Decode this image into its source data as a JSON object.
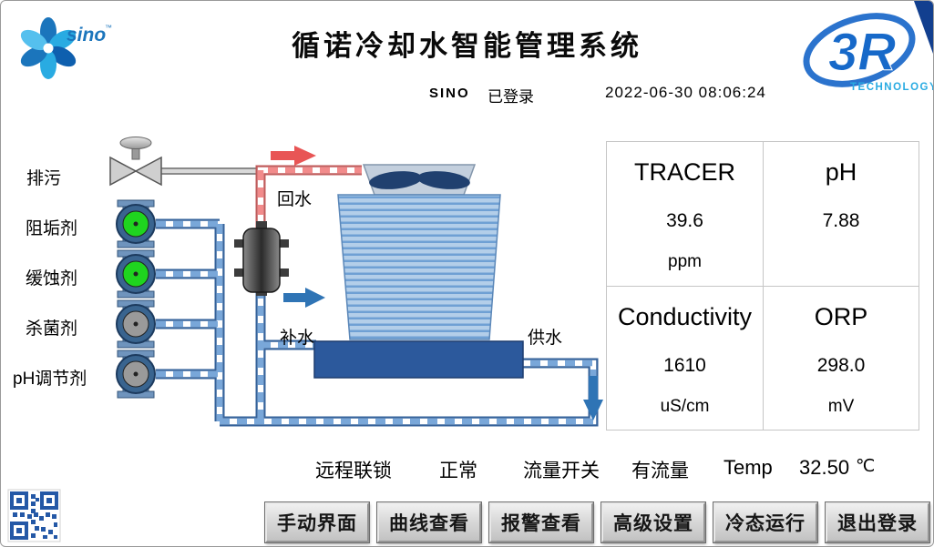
{
  "header": {
    "title": "循诺冷却水智能管理系统",
    "user": "SINO",
    "login_status": "已登录",
    "datetime": "2022-06-30  08:06:24",
    "logo_left_text": "sino",
    "logo_right_text": "3R",
    "logo_right_sub": "TECHNOLOGY"
  },
  "diagram": {
    "blowdown_label": "排污",
    "pumps": [
      {
        "label": "阻垢剂",
        "color": "#1fd41f"
      },
      {
        "label": "缓蚀剂",
        "color": "#1fd41f"
      },
      {
        "label": "杀菌剂",
        "color": "#9a9a9a"
      },
      {
        "label": "pH调节剂",
        "color": "#9a9a9a"
      }
    ],
    "labels": {
      "return": "回水",
      "makeup": "补水",
      "supply": "供水"
    }
  },
  "readings": [
    {
      "name": "TRACER",
      "value": "39.6",
      "unit": "ppm"
    },
    {
      "name": "pH",
      "value": "7.88",
      "unit": ""
    },
    {
      "name": "Conductivity",
      "value": "1610",
      "unit": "uS/cm"
    },
    {
      "name": "ORP",
      "value": "298.0",
      "unit": "mV"
    }
  ],
  "status": [
    {
      "label": "远程联锁",
      "value": "正常"
    },
    {
      "label": "流量开关",
      "value": "有流量"
    },
    {
      "label": "Temp",
      "value": "32.50",
      "unit": "℃"
    }
  ],
  "buttons": [
    "手动界面",
    "曲线查看",
    "报警查看",
    "高级设置",
    "冷态运行",
    "退出登录"
  ],
  "colors": {
    "pipe_blue": "#79a7d9",
    "pipe_red": "#f28b8b",
    "pump_on": "#1fd41f",
    "pump_off": "#9a9a9a",
    "basin_blue": "#2c599c",
    "logo_blue": "#1b75bc"
  }
}
